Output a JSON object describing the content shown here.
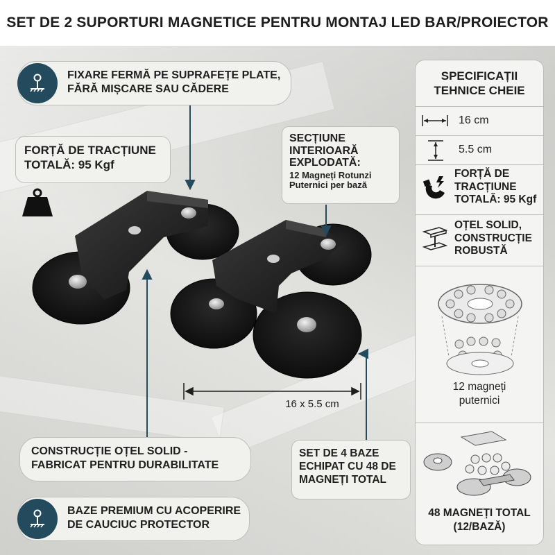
{
  "title": "SET DE 2 SUPORTURI MAGNETICE PENTRU MONTAJ LED BAR/PROIECTOR",
  "callouts": {
    "fixare_line1": "FIXARE FERMĂ PE SUPRAFEȚE PLATE,",
    "fixare_line2": "FĂRĂ MIȘCARE SAU CĂDERE",
    "forta_line1": "FORȚĂ DE TRACȚIUNE",
    "forta_line2": "TOTALĂ: 95 Kgf",
    "sectiune_line1": "SECȚIUNE",
    "sectiune_line2": "INTERIOARĂ",
    "sectiune_line3": "EXPLODATĂ:",
    "sectiune_line4": "12 Magneți Rotunzi",
    "sectiune_line5": "Puternici per bază",
    "constructie_line1": "CONSTRUCȚIE OȚEL SOLID -",
    "constructie_line2": "FABRICAT PENTRU DURABILITATE",
    "set_line1": "SET DE 4 BAZE",
    "set_line2": "ECHIPAT CU 48 DE",
    "set_line3": "MAGNEȚI TOTAL",
    "baze_line1": "BAZE PREMIUM CU ACOPERIRE",
    "baze_line2": "DE CAUCIUC PROTECTOR"
  },
  "dimension_label": "16 x 5.5 cm",
  "panel": {
    "heading_line1": "SPECIFICAȚII",
    "heading_line2": "TEHNICE CHEIE",
    "length": "16 cm",
    "height": "5.5 cm",
    "pull_line1": "FORȚĂ DE",
    "pull_line2": "TRACȚIUNE",
    "pull_line3": "TOTALĂ: 95 Kgf",
    "steel_line1": "OȚEL SOLID,",
    "steel_line2": "CONSTRUCȚIE",
    "steel_line3": "ROBUSTĂ",
    "magnets_line1": "12 magneți",
    "magnets_line2": "puternici",
    "total_line1": "48 MAGNEȚI TOTAL",
    "total_line2": "(12/BAZĂ)"
  },
  "icons": [
    "mount-icon",
    "weight-icon",
    "ruler-width-icon",
    "ruler-height-icon",
    "magnet-icon",
    "steel-beam-icon"
  ],
  "colors": {
    "accent": "#244a5e",
    "callout_bg": "#f1f1ee",
    "bracket": "#1b1b1b"
  }
}
